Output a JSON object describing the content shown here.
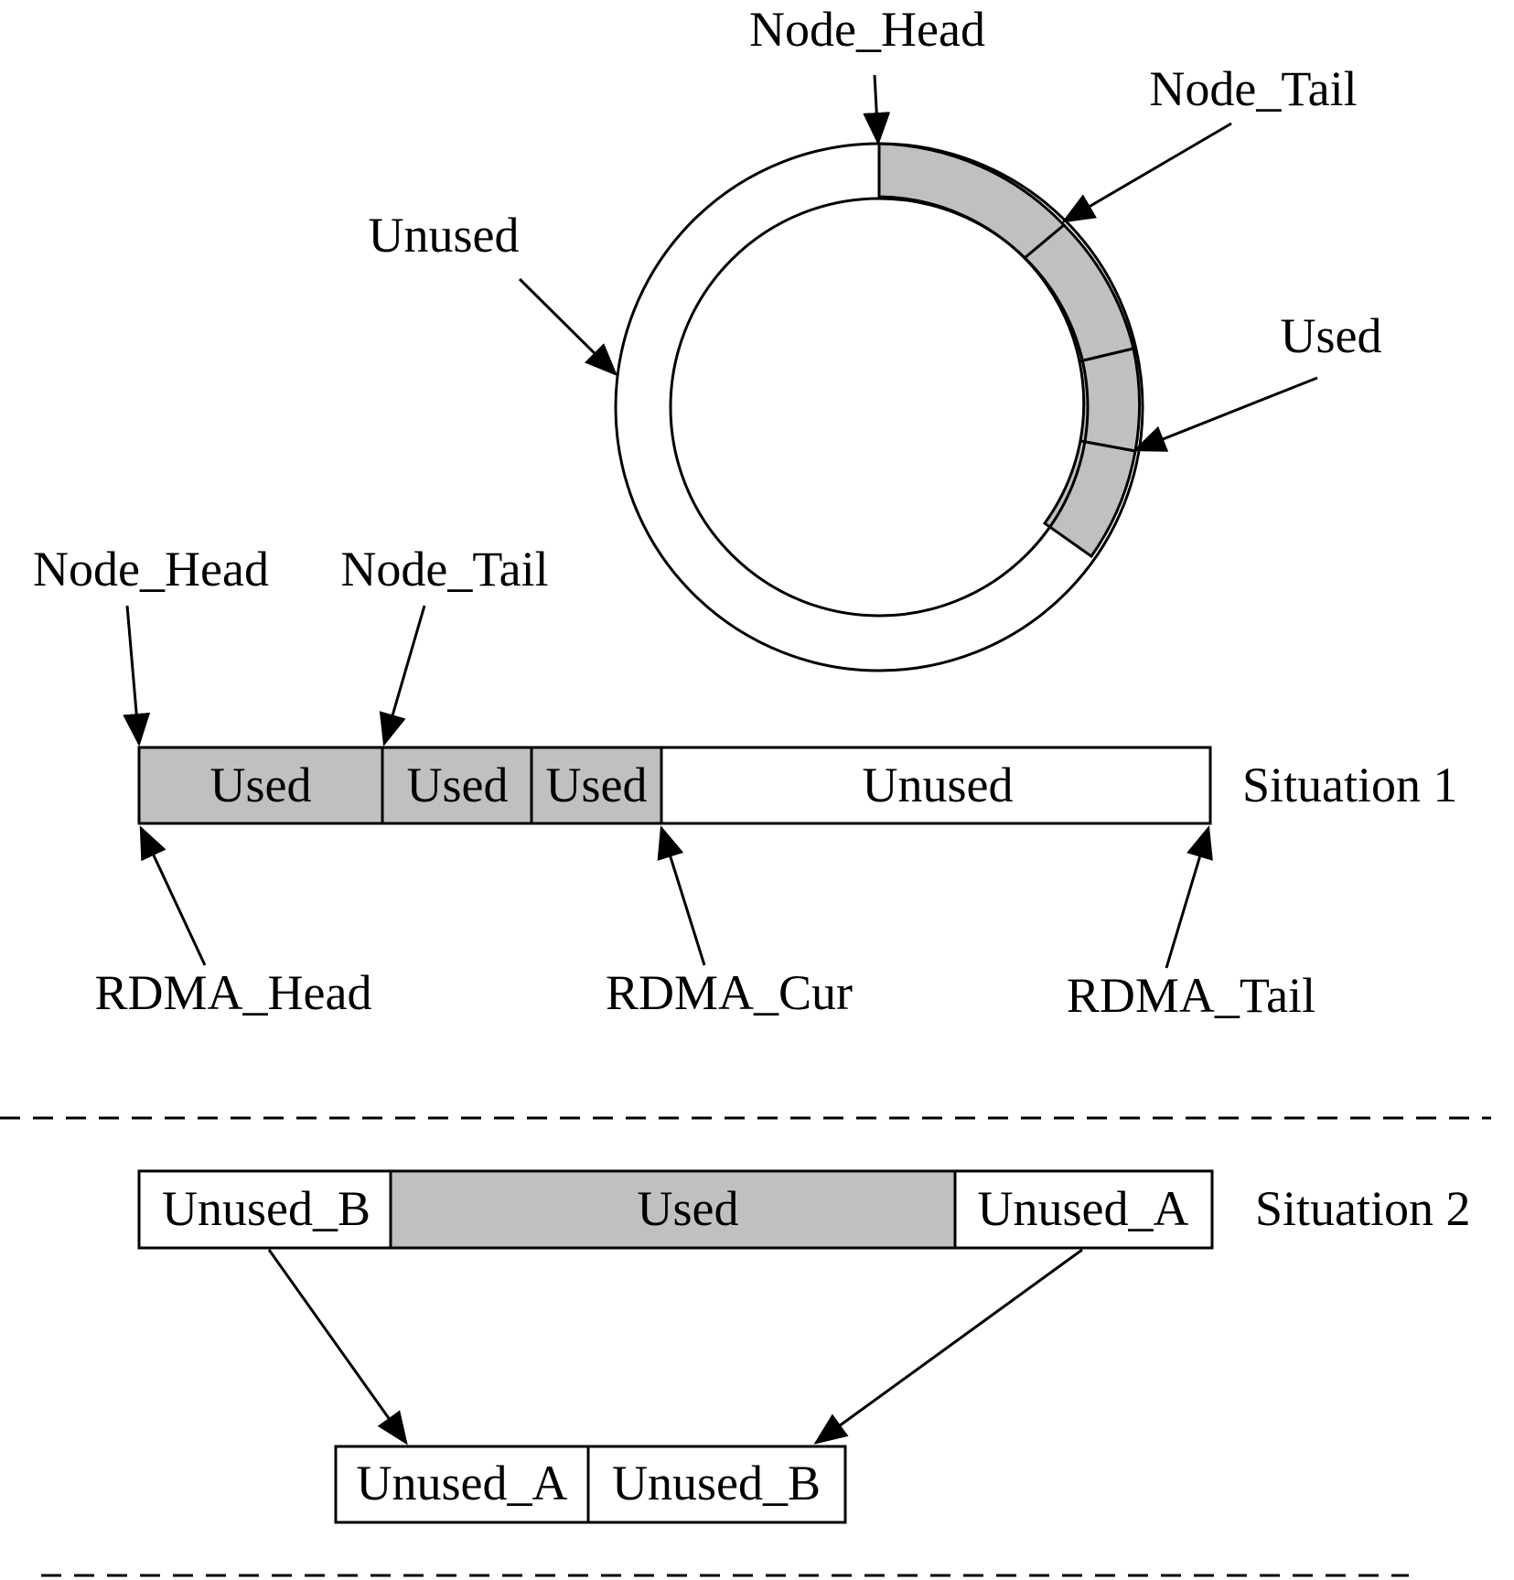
{
  "colors": {
    "used_fill": "#c0c0c0",
    "unused_fill": "#ffffff",
    "stroke": "#000000"
  },
  "ring": {
    "labels": {
      "node_head": "Node_Head",
      "node_tail": "Node_Tail",
      "unused": "Unused",
      "used": "Used"
    }
  },
  "situation1": {
    "label": "Situation 1",
    "segments": [
      {
        "label": "Used",
        "state": "used"
      },
      {
        "label": "Used",
        "state": "used"
      },
      {
        "label": "Used",
        "state": "used"
      },
      {
        "label": "Unused",
        "state": "unused"
      }
    ],
    "pointers_top": {
      "node_head": "Node_Head",
      "node_tail": "Node_Tail"
    },
    "pointers_bottom": {
      "rdma_head": "RDMA_Head",
      "rdma_cur": "RDMA_Cur",
      "rdma_tail": "RDMA_Tail"
    }
  },
  "situation2": {
    "label": "Situation 2",
    "segments": [
      {
        "label": "Unused_B",
        "state": "unused"
      },
      {
        "label": "Used",
        "state": "used"
      },
      {
        "label": "Unused_A",
        "state": "unused"
      }
    ],
    "merged_segments": [
      {
        "label": "Unused_A",
        "state": "unused"
      },
      {
        "label": "Unused_B",
        "state": "unused"
      }
    ]
  }
}
